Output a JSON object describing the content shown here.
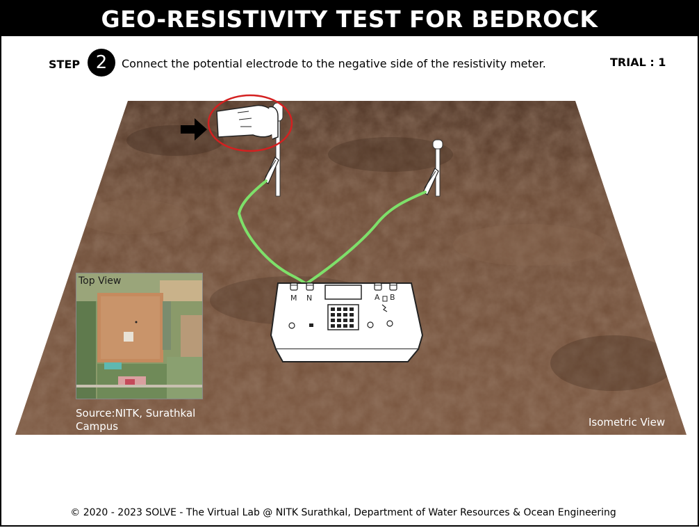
{
  "title": "GEO-RESISTIVITY TEST FOR BEDROCK",
  "step": {
    "label": "STEP",
    "number": "2",
    "instruction": "Connect the potential electrode to the negative side of the resistivity meter."
  },
  "trial": "TRIAL : 1",
  "scene": {
    "top_view_label": "Top View",
    "source_text": "Source:NITK, Surathkal Campus",
    "isometric_label": "Isometric View",
    "meter_labels": {
      "m": "M",
      "n": "N",
      "a": "A",
      "b": "B"
    },
    "colors": {
      "soil": "#6e4b35",
      "wire": "#7ee06a",
      "highlight": "#d42020"
    }
  },
  "footer": "© 2020 - 2023 SOLVE - The Virtual Lab @ NITK Surathkal, Department of Water Resources & Ocean Engineering"
}
